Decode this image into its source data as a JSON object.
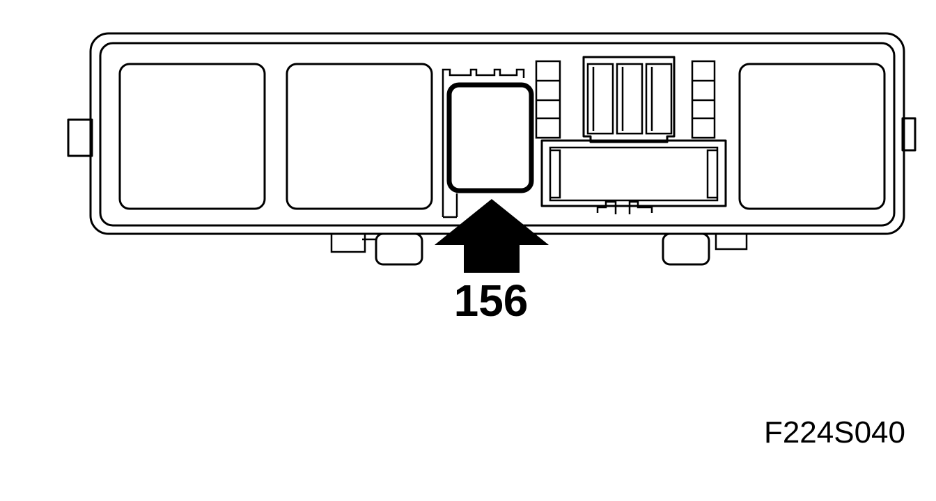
{
  "callout": {
    "label": "156"
  },
  "figure": {
    "id": "F224S040"
  },
  "highlighted_component": "relay-156",
  "colors": {
    "ink": "#000000",
    "background": "#ffffff"
  }
}
